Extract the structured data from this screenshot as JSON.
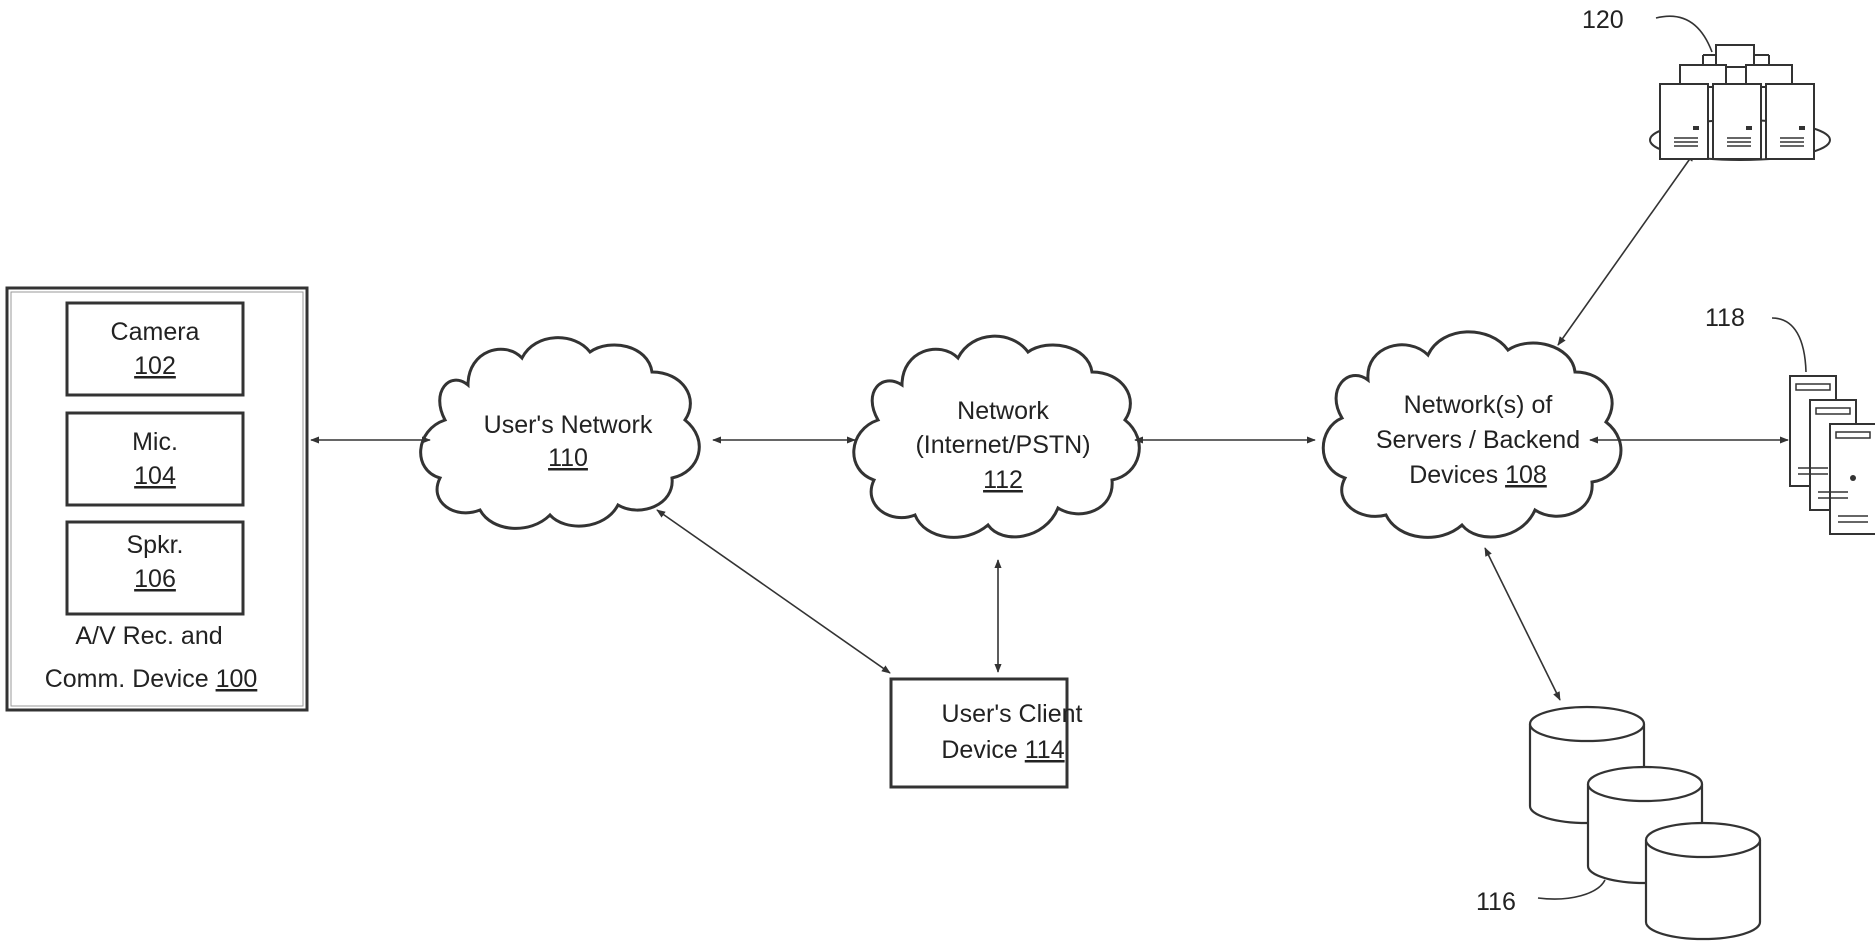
{
  "device": {
    "camera": {
      "label": "Camera",
      "ref": "102"
    },
    "mic": {
      "label": "Mic.",
      "ref": "104"
    },
    "speaker": {
      "label": "Spkr.",
      "ref": "106"
    },
    "caption_line1": "A/V Rec. and",
    "caption_line2_text": "Comm. Device",
    "caption_ref": "100"
  },
  "users_network": {
    "label": "User's Network",
    "ref": "110"
  },
  "internet": {
    "label_line1": "Network",
    "label_line2": "(Internet/PSTN)",
    "ref": "112"
  },
  "backend": {
    "label_line1": "Network(s) of",
    "label_line2": "Servers / Backend",
    "label_line3_text": "Devices",
    "ref": "108"
  },
  "client_device": {
    "label_line1": "User's Client",
    "label_line2_text": "Device",
    "ref": "114"
  },
  "server_stack_ref": "118",
  "server_cluster_ref": "120",
  "database_ref": "116"
}
